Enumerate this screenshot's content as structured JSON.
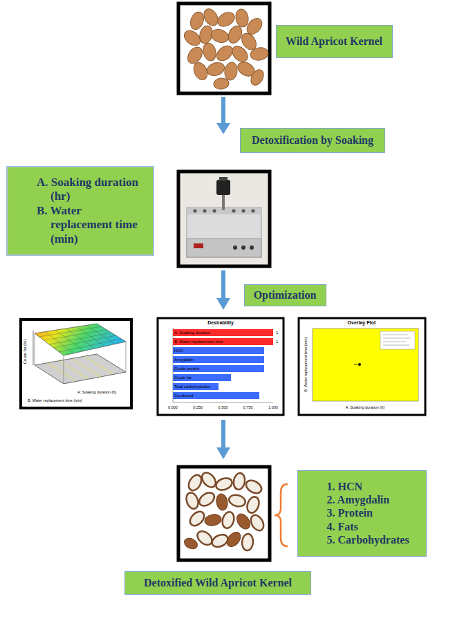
{
  "diagram": {
    "nodes": [
      {
        "text": [
          "Wild Apricot Kernel"
        ]
      },
      {
        "text": [
          "Detoxification by Soaking"
        ]
      },
      {
        "text": [
          "A. Soaking duration (hr)",
          "B. Water replacement time (min)"
        ]
      },
      {
        "text": [
          "Optimization"
        ]
      },
      {
        "text": [
          "1. HCN",
          "2. Amygdalin",
          "3. Protein",
          "4. Fats",
          "5. Carbohydrates"
        ]
      },
      {
        "text": [
          "Detoxified Wild Apricot Kernel"
        ]
      }
    ],
    "labels": [
      "Crude fat (%)",
      "B: Water replacement time (min)",
      "A: Soaking duration (h)",
      "Desirability",
      "A: Soaking duration",
      "B: Water replacement time",
      "HCN",
      "Amygdalin",
      "Crude protein",
      "Crude fat",
      "Total carbohydrates",
      "Combined",
      "1",
      "1",
      "0.000",
      "0.250",
      "0.500",
      "0.750",
      "1.000",
      "Overlay Plot",
      "B: Water replacement time (min)",
      "A: Soaking duration (h)"
    ]
  }
}
